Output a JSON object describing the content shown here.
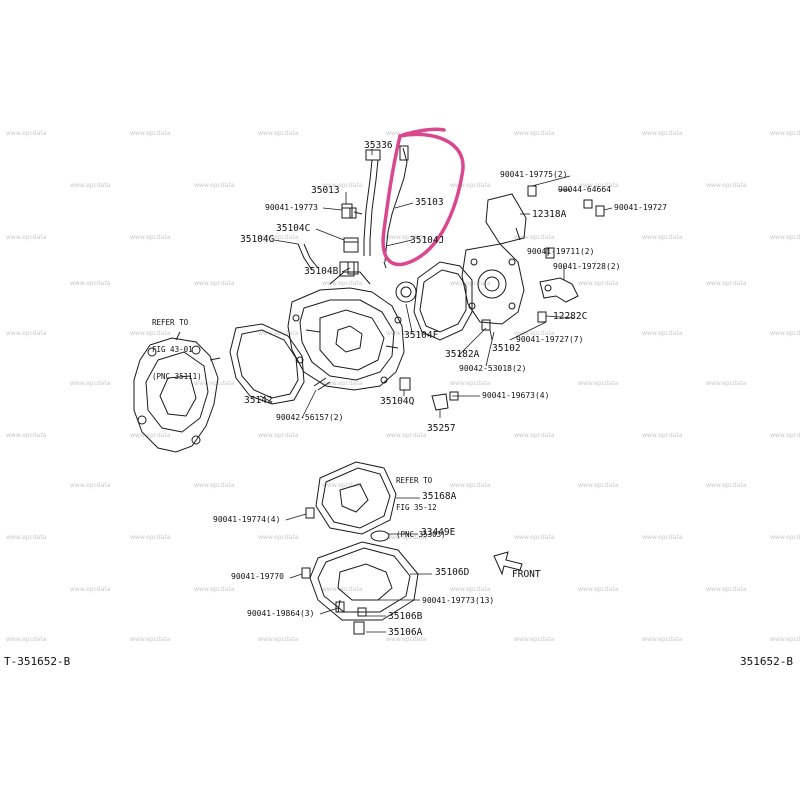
{
  "watermark": "www.epcdata",
  "diagram_code_left": "T-351652-B",
  "diagram_code_right": "351652-B",
  "highlight_color": "#d9478f",
  "refs": {
    "ref_43": [
      "REFER TO",
      "FIG 43-01",
      "(PNC 35111)"
    ],
    "ref_35": [
      "REFER TO",
      "FIG 35-12",
      "(PNC 35303)"
    ]
  },
  "front_label": "FRONT",
  "parts": {
    "p35336": "35336",
    "p35013": "35013",
    "p90041_19773a": "90041-19773",
    "p35104c": "35104C",
    "p35104g": "35104G",
    "p35104b": "35104B",
    "p35103": "35103",
    "p35104j": "35104J",
    "p90041_19775": "90041-19775(2)",
    "p90044_64664": "90044-64664",
    "p12318a": "12318A",
    "p90041_19727": "90041-19727",
    "p90041_19711": "90041-19711(2)",
    "p90041_19728": "90041-19728(2)",
    "p12282c": "12282C",
    "p90041_19727_7": "90041-19727(7)",
    "p35102": "35102",
    "p35182a": "35182A",
    "p35104f": "35104F",
    "p90042_53018": "90042-53018(2)",
    "p90041_19673": "90041-19673(4)",
    "p35104q": "35104Q",
    "p35142": "35142",
    "p90042_56157": "90042-56157(2)",
    "p35257": "35257",
    "p35168a": "35168A",
    "p90041_19774": "90041-19774(4)",
    "p33449e": "33449E",
    "p35106d": "35106D",
    "p90041_19770": "90041-19770",
    "p90041_19773b": "90041-19773(13)",
    "p90041_19864": "90041-19864(3)",
    "p35106b": "35106B",
    "p35106a": "35106A"
  }
}
